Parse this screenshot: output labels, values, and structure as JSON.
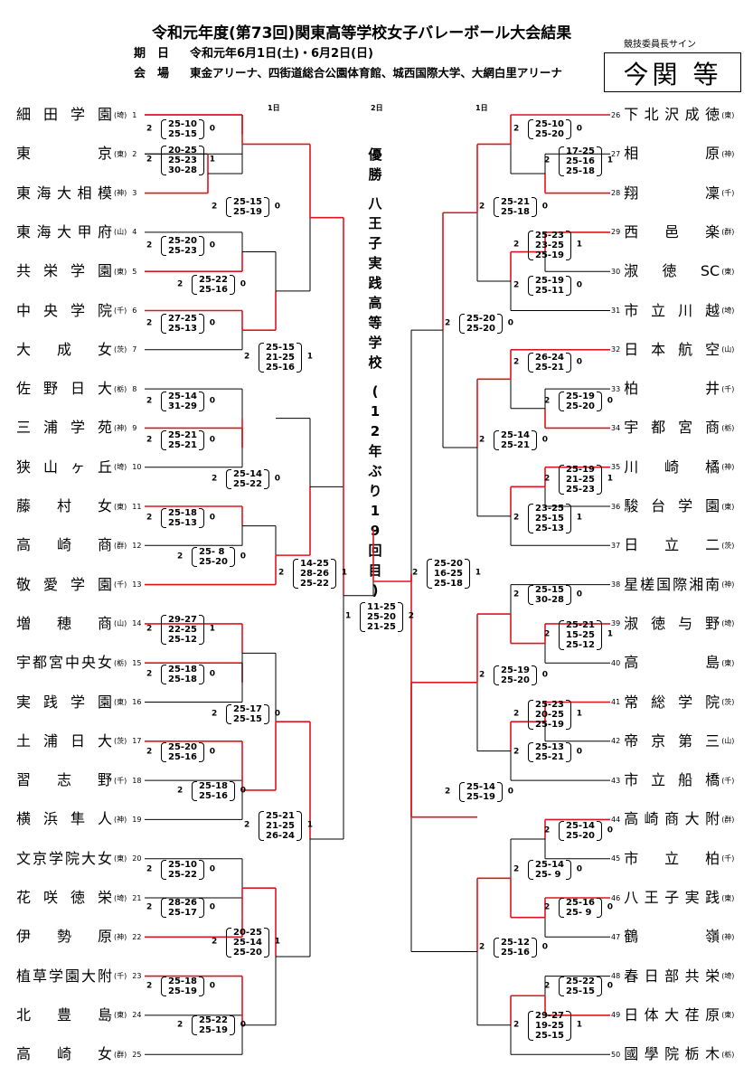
{
  "header": {
    "title": "令和元年度(第73回)関東高等学校女子バレーボール大会結果",
    "date_label": "期　日",
    "date_value": "令和元年6月1日(土)・6月2日(日)",
    "venue_label": "会　場",
    "venue_value": "東金アリーナ、四街道総合公園体育館、城西国際大学、大網白里アリーナ",
    "sign_label": "競技委員長サイン",
    "sign_text": "今関 等"
  },
  "day_labels": {
    "left": "1日",
    "center": "2日",
    "right": "1日"
  },
  "champion_lines": [
    "優",
    "勝",
    "",
    "八",
    "王",
    "子",
    "実",
    "践",
    "高",
    "等",
    "学",
    "校",
    "",
    "(",
    "1",
    "2",
    "年",
    "ぶ",
    "り",
    "1",
    "9",
    "回",
    "目",
    ")"
  ],
  "left_teams": [
    {
      "name": "細田学園",
      "pref": "(埼)",
      "seed": "1"
    },
    {
      "name": "東京",
      "pref": "(東)",
      "seed": "2"
    },
    {
      "name": "東海大相模",
      "pref": "(神)",
      "seed": "3"
    },
    {
      "name": "東海大甲府",
      "pref": "(山)",
      "seed": "4"
    },
    {
      "name": "共栄学園",
      "pref": "(東)",
      "seed": "5"
    },
    {
      "name": "中央学院",
      "pref": "(千)",
      "seed": "6"
    },
    {
      "name": "大成女",
      "pref": "(茨)",
      "seed": "7"
    },
    {
      "name": "佐野日大",
      "pref": "(栃)",
      "seed": "8"
    },
    {
      "name": "三浦学苑",
      "pref": "(神)",
      "seed": "9"
    },
    {
      "name": "狭山ヶ丘",
      "pref": "(埼)",
      "seed": "10"
    },
    {
      "name": "藤村女",
      "pref": "(東)",
      "seed": "11"
    },
    {
      "name": "高崎商",
      "pref": "(群)",
      "seed": "12"
    },
    {
      "name": "敬愛学園",
      "pref": "(千)",
      "seed": "13"
    },
    {
      "name": "増穂商",
      "pref": "(山)",
      "seed": "14"
    },
    {
      "name": "宇都宮中央女",
      "pref": "(栃)",
      "seed": "15"
    },
    {
      "name": "実践学園",
      "pref": "(東)",
      "seed": "16"
    },
    {
      "name": "土浦日大",
      "pref": "(茨)",
      "seed": "17"
    },
    {
      "name": "習志野",
      "pref": "(千)",
      "seed": "18"
    },
    {
      "name": "横浜隼人",
      "pref": "(神)",
      "seed": "19"
    },
    {
      "name": "文京学院大女",
      "pref": "(東)",
      "seed": "20"
    },
    {
      "name": "花咲徳栄",
      "pref": "(埼)",
      "seed": "21"
    },
    {
      "name": "伊勢原",
      "pref": "(神)",
      "seed": "22"
    },
    {
      "name": "植草学園大附",
      "pref": "(千)",
      "seed": "23"
    },
    {
      "name": "北豊島",
      "pref": "(東)",
      "seed": "24"
    },
    {
      "name": "高崎女",
      "pref": "(群)",
      "seed": "25"
    }
  ],
  "right_teams": [
    {
      "name": "下北沢成徳",
      "pref": "(東)",
      "seed": "26"
    },
    {
      "name": "相原",
      "pref": "(神)",
      "seed": "27"
    },
    {
      "name": "翔凜",
      "pref": "(千)",
      "seed": "28"
    },
    {
      "name": "西邑楽",
      "pref": "(群)",
      "seed": "29"
    },
    {
      "name": "淑徳SC",
      "pref": "(東)",
      "seed": "30"
    },
    {
      "name": "市立川越",
      "pref": "(埼)",
      "seed": "31"
    },
    {
      "name": "日本航空",
      "pref": "(山)",
      "seed": "32"
    },
    {
      "name": "柏井",
      "pref": "(千)",
      "seed": "33"
    },
    {
      "name": "宇都宮商",
      "pref": "(栃)",
      "seed": "34"
    },
    {
      "name": "川崎橘",
      "pref": "(神)",
      "seed": "35"
    },
    {
      "name": "駿台学園",
      "pref": "(東)",
      "seed": "36"
    },
    {
      "name": "日立二",
      "pref": "(茨)",
      "seed": "37"
    },
    {
      "name": "星槎国際湘南",
      "pref": "(神)",
      "seed": "38"
    },
    {
      "name": "淑徳与野",
      "pref": "(埼)",
      "seed": "39"
    },
    {
      "name": "高島",
      "pref": "(東)",
      "seed": "40"
    },
    {
      "name": "常総学院",
      "pref": "(茨)",
      "seed": "41"
    },
    {
      "name": "帝京第三",
      "pref": "(山)",
      "seed": "42"
    },
    {
      "name": "市立船橋",
      "pref": "(千)",
      "seed": "43"
    },
    {
      "name": "高崎商大附",
      "pref": "(群)",
      "seed": "44"
    },
    {
      "name": "市立柏",
      "pref": "(千)",
      "seed": "45"
    },
    {
      "name": "八王子実践",
      "pref": "(東)",
      "seed": "46"
    },
    {
      "name": "鶴嶺",
      "pref": "(神)",
      "seed": "47"
    },
    {
      "name": "春日部共栄",
      "pref": "(埼)",
      "seed": "48"
    },
    {
      "name": "日体大荏原",
      "pref": "(東)",
      "seed": "49"
    },
    {
      "name": "國學院栃木",
      "pref": "(栃)",
      "seed": "50"
    }
  ],
  "scores": [
    {
      "side": "L",
      "sets": [
        "25-10",
        "25-15"
      ],
      "top": "2",
      "bottom": "0"
    },
    {
      "side": "L",
      "sets": [
        "20-25",
        "25-23",
        "30-28"
      ],
      "top": "2",
      "bottom": "1"
    },
    {
      "side": "L",
      "sets": [
        "25-15",
        "25-19"
      ],
      "top": "2",
      "bottom": "0"
    },
    {
      "side": "L",
      "sets": [
        "25-20",
        "25-23"
      ],
      "top": "2",
      "bottom": "0"
    },
    {
      "side": "L",
      "sets": [
        "25-22",
        "25-16"
      ],
      "top": "2",
      "bottom": "0"
    },
    {
      "side": "L",
      "sets": [
        "27-25",
        "25-13"
      ],
      "top": "2",
      "bottom": "0"
    },
    {
      "side": "L",
      "sets": [
        "25-15",
        "21-25",
        "25-16"
      ],
      "top": "2",
      "bottom": "1"
    },
    {
      "side": "L",
      "sets": [
        "25-14",
        "31-29"
      ],
      "top": "2",
      "bottom": "0"
    },
    {
      "side": "L",
      "sets": [
        "25-21",
        "25-21"
      ],
      "top": "2",
      "bottom": "0"
    },
    {
      "side": "L",
      "sets": [
        "25-14",
        "25-22"
      ],
      "top": "2",
      "bottom": "0"
    },
    {
      "side": "L",
      "sets": [
        "25-18",
        "25-13"
      ],
      "top": "2",
      "bottom": "0"
    },
    {
      "side": "L",
      "sets": [
        "25- 8",
        "25-20"
      ],
      "top": "2",
      "bottom": "0"
    },
    {
      "side": "L",
      "sets": [
        "14-25",
        "28-26",
        "25-22"
      ],
      "top": "2",
      "bottom": "1"
    },
    {
      "side": "L",
      "sets": [
        "29-27",
        "22-25",
        "25-12"
      ],
      "top": "2",
      "bottom": "1"
    },
    {
      "side": "L",
      "sets": [
        "25-18",
        "25-18"
      ],
      "top": "2",
      "bottom": "0"
    },
    {
      "side": "L",
      "sets": [
        "25-17",
        "25-15"
      ],
      "top": "2",
      "bottom": "0"
    },
    {
      "side": "L",
      "sets": [
        "25-20",
        "25-16"
      ],
      "top": "2",
      "bottom": "0"
    },
    {
      "side": "L",
      "sets": [
        "25-18",
        "25-16"
      ],
      "top": "2",
      "bottom": "0"
    },
    {
      "side": "L",
      "sets": [
        "25-21",
        "21-25",
        "26-24"
      ],
      "top": "2",
      "bottom": "1"
    },
    {
      "side": "L",
      "sets": [
        "25-10",
        "25-22"
      ],
      "top": "2",
      "bottom": "0"
    },
    {
      "side": "L",
      "sets": [
        "28-26",
        "25-17"
      ],
      "top": "2",
      "bottom": "0"
    },
    {
      "side": "L",
      "sets": [
        "20-25",
        "25-14",
        "25-20"
      ],
      "top": "2",
      "bottom": "1"
    },
    {
      "side": "L",
      "sets": [
        "25-18",
        "25-19"
      ],
      "top": "2",
      "bottom": "0"
    },
    {
      "side": "L",
      "sets": [
        "25-22",
        "25-19"
      ],
      "top": "2",
      "bottom": "0"
    },
    {
      "side": "C",
      "sets": [
        "11-25",
        "25-20",
        "21-25"
      ],
      "top": "1",
      "bottom": "2"
    },
    {
      "side": "R",
      "sets": [
        "25-10",
        "25-20"
      ],
      "top": "2",
      "bottom": "0"
    },
    {
      "side": "R",
      "sets": [
        "17-25",
        "25-16",
        "25-18"
      ],
      "top": "2",
      "bottom": "1"
    },
    {
      "side": "R",
      "sets": [
        "25-21",
        "25-18"
      ],
      "top": "2",
      "bottom": "0"
    },
    {
      "side": "R",
      "sets": [
        "25-23",
        "23-25",
        "25-19"
      ],
      "top": "2",
      "bottom": "1"
    },
    {
      "side": "R",
      "sets": [
        "25-19",
        "25-11"
      ],
      "top": "2",
      "bottom": "0"
    },
    {
      "side": "R",
      "sets": [
        "25-20",
        "25-20"
      ],
      "top": "2",
      "bottom": "0"
    },
    {
      "side": "R",
      "sets": [
        "26-24",
        "25-21"
      ],
      "top": "2",
      "bottom": "0"
    },
    {
      "side": "R",
      "sets": [
        "25-19",
        "25-20"
      ],
      "top": "2",
      "bottom": "0"
    },
    {
      "side": "R",
      "sets": [
        "25-14",
        "25-21"
      ],
      "top": "2",
      "bottom": "0"
    },
    {
      "side": "R",
      "sets": [
        "25-19",
        "21-25",
        "25-23"
      ],
      "top": "2",
      "bottom": "1"
    },
    {
      "side": "R",
      "sets": [
        "23-25",
        "25-15",
        "25-13"
      ],
      "top": "2",
      "bottom": "1"
    },
    {
      "side": "R",
      "sets": [
        "25-20",
        "16-25",
        "25-18"
      ],
      "top": "2",
      "bottom": "1"
    },
    {
      "side": "R",
      "sets": [
        "25-15",
        "30-28"
      ],
      "top": "2",
      "bottom": "0"
    },
    {
      "side": "R",
      "sets": [
        "25-21",
        "15-25",
        "25-12"
      ],
      "top": "2",
      "bottom": "1"
    },
    {
      "side": "R",
      "sets": [
        "25-19",
        "25-20"
      ],
      "top": "2",
      "bottom": "0"
    },
    {
      "side": "R",
      "sets": [
        "25-23",
        "20-25",
        "25-19"
      ],
      "top": "2",
      "bottom": "1"
    },
    {
      "side": "R",
      "sets": [
        "25-13",
        "25-21"
      ],
      "top": "2",
      "bottom": "0"
    },
    {
      "side": "R",
      "sets": [
        "25-14",
        "25-19"
      ],
      "top": "2",
      "bottom": "0"
    },
    {
      "side": "R",
      "sets": [
        "25-14",
        "25-20"
      ],
      "top": "2",
      "bottom": "0"
    },
    {
      "side": "R",
      "sets": [
        "25-14",
        "25- 9"
      ],
      "top": "2",
      "bottom": "0"
    },
    {
      "side": "R",
      "sets": [
        "25-16",
        "25- 9"
      ],
      "top": "2",
      "bottom": "0"
    },
    {
      "side": "R",
      "sets": [
        "25-12",
        "25-16"
      ],
      "top": "2",
      "bottom": "0"
    },
    {
      "side": "R",
      "sets": [
        "25-22",
        "25-15"
      ],
      "top": "2",
      "bottom": "0"
    },
    {
      "side": "R",
      "sets": [
        "29-27",
        "19-25",
        "25-15"
      ],
      "top": "2",
      "bottom": "1"
    }
  ],
  "colors": {
    "winner_line": "#e0141e",
    "loser_line": "#000000"
  }
}
